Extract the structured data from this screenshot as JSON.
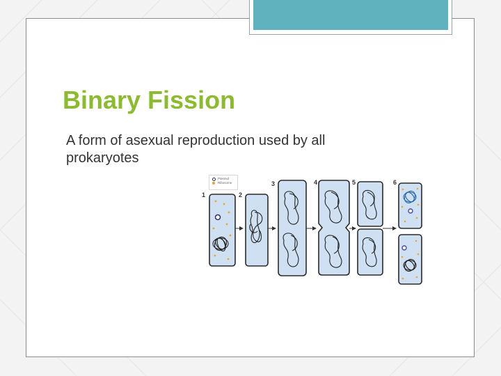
{
  "slide": {
    "title": "Binary Fission",
    "body": "A form of asexual reproduction used by all prokaryotes"
  },
  "figure": {
    "legend": {
      "plasmid": "Plasmid",
      "ribosome": "Ribosome"
    },
    "steps": [
      "1",
      "2",
      "3",
      "4",
      "5",
      "6"
    ]
  },
  "colors": {
    "title": "#8cbb31",
    "accent_tab": "#5fb2be",
    "cell_fill": "#cfe0f2",
    "ribosome": "#e6a63c",
    "plasmid": "#4a4aa0"
  }
}
